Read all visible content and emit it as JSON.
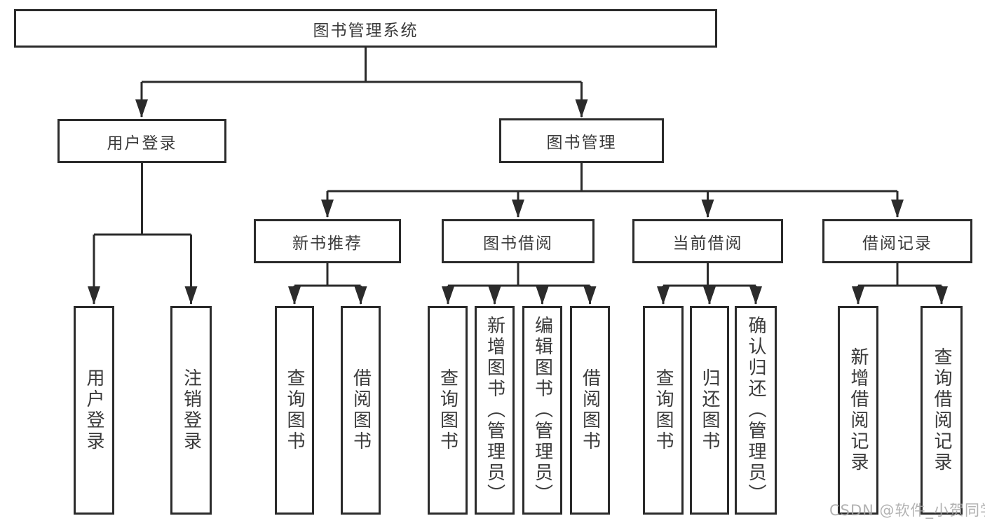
{
  "tree": {
    "root": {
      "label": "图书管理系统"
    },
    "branches": [
      {
        "label": "用户登录",
        "children": [
          {
            "label": "用户登录"
          },
          {
            "label": "注销登录"
          }
        ]
      },
      {
        "label": "图书管理",
        "children": [
          {
            "label": "新书推荐",
            "children": [
              {
                "label": "查询图书"
              },
              {
                "label": "借阅图书"
              }
            ]
          },
          {
            "label": "图书借阅",
            "children": [
              {
                "label": "查询图书"
              },
              {
                "label": "新增图书（管理员）"
              },
              {
                "label": "编辑图书（管理员）"
              },
              {
                "label": "借阅图书"
              }
            ]
          },
          {
            "label": "当前借阅",
            "children": [
              {
                "label": "查询图书"
              },
              {
                "label": "归还图书"
              },
              {
                "label": "确认归还（管理员）"
              }
            ]
          },
          {
            "label": "借阅记录",
            "children": [
              {
                "label": "新增借阅记录"
              },
              {
                "label": "查询借阅记录"
              }
            ]
          }
        ]
      }
    ]
  },
  "watermark": {
    "text": "CSDN @软件_小贺同学"
  },
  "colors": {
    "line": "#2b2b2b",
    "text": "#3a3a3a",
    "box_fill": "#ffffff",
    "watermark": "#a4a4a4"
  }
}
